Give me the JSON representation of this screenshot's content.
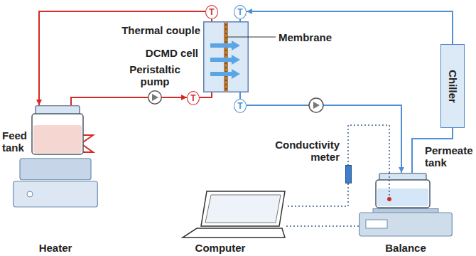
{
  "diagram": {
    "nodes": [
      {
        "text": [
          "T"
        ]
      },
      {
        "text": [
          "T"
        ]
      },
      {
        "text": [
          "DCMD cell"
        ]
      },
      {
        "text": [
          "Chiller"
        ]
      },
      {
        "text": [
          "Peristaltic pump"
        ]
      },
      {
        "text": [
          "T"
        ]
      },
      {
        "text": [
          "T"
        ]
      },
      {
        "text": [
          "Feed tank"
        ]
      },
      {
        "text": [
          "Conductivity meter"
        ]
      },
      {
        "text": [
          "Permeate tank"
        ]
      },
      {
        "text": [
          "Heater"
        ]
      },
      {
        "text": [
          "Computer"
        ]
      },
      {
        "text": [
          "Balance"
        ]
      }
    ],
    "edges": [
      {
        "from": 2,
        "to": 0,
        "arrow": "none"
      },
      {
        "from": 0,
        "to": 7,
        "arrow": "to"
      },
      {
        "from": 7,
        "to": 4,
        "arrow": "none"
      },
      {
        "from": 4,
        "to": 5,
        "arrow": "to"
      },
      {
        "from": 5,
        "to": 2,
        "arrow": "none"
      },
      {
        "from": 3,
        "to": 1,
        "arrow": "to"
      },
      {
        "from": 1,
        "to": 2,
        "arrow": "none"
      },
      {
        "from": 2,
        "to": 6,
        "arrow": "none"
      },
      {
        "from": 6,
        "to": 9,
        "arrow": "to"
      },
      {
        "from": 9,
        "to": 3,
        "arrow": "none"
      },
      {
        "from": 9,
        "to": 8,
        "arrow": "none"
      },
      {
        "from": 8,
        "to": 11,
        "arrow": "none"
      },
      {
        "from": 12,
        "to": 11,
        "arrow": "none"
      }
    ],
    "labels": [
      "Thermal couple",
      "Membrane"
    ]
  }
}
